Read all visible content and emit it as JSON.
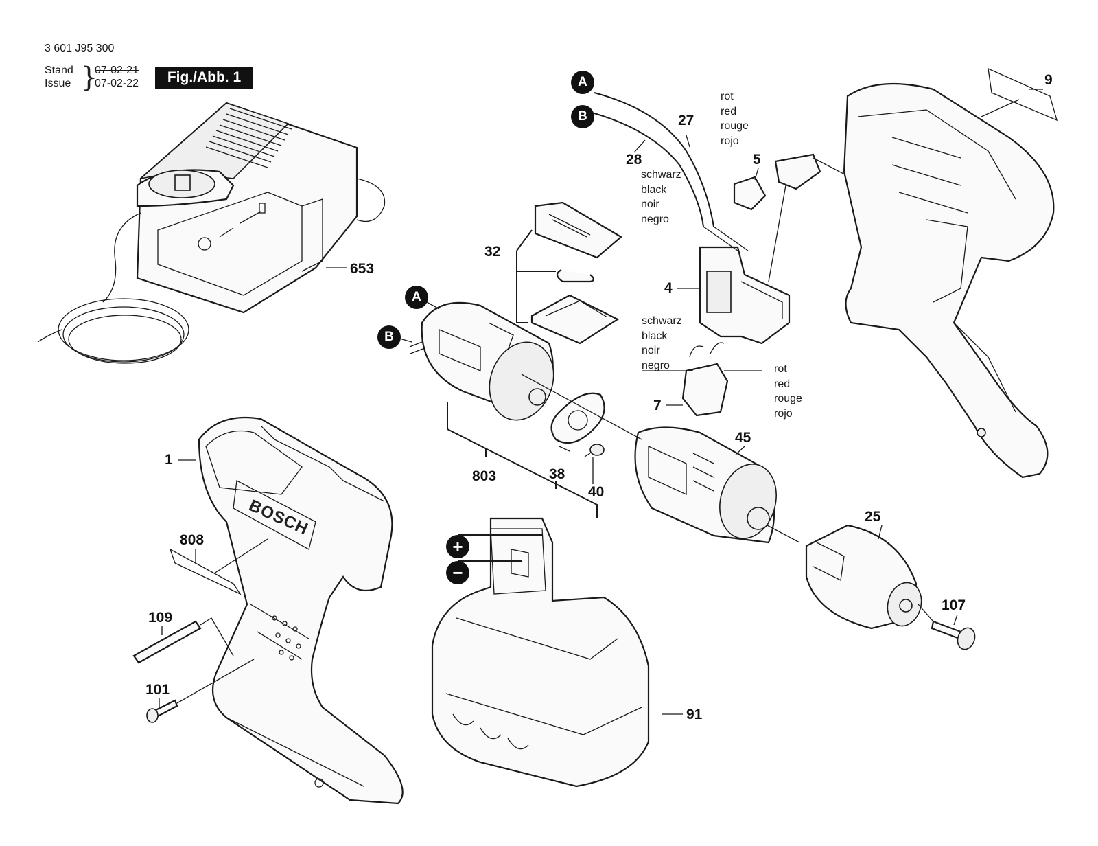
{
  "header": {
    "part_number": "3 601 J95 300",
    "stand_label": "Stand",
    "issue_label": "Issue",
    "stand_date": "07-02-21",
    "issue_date": "07-02-22",
    "figure_label": "Fig./Abb. 1"
  },
  "markers": {
    "a_top": "A",
    "b_top": "B",
    "a_motor": "A",
    "b_motor": "B",
    "plus": "+",
    "minus": "−"
  },
  "parts": {
    "p1": "1",
    "p4": "4",
    "p5": "5",
    "p7": "7",
    "p9": "9",
    "p25": "25",
    "p27": "27",
    "p28": "28",
    "p32": "32",
    "p38": "38",
    "p40": "40",
    "p45": "45",
    "p91": "91",
    "p101": "101",
    "p107": "107",
    "p109": "109",
    "p653": "653",
    "p803": "803",
    "p808": "808"
  },
  "wire_labels": {
    "red_top": [
      "rot",
      "red",
      "rouge",
      "rojo"
    ],
    "black_top": [
      "schwarz",
      "black",
      "noir",
      "negro"
    ],
    "black_mid": [
      "schwarz",
      "black",
      "noir",
      "negro"
    ],
    "red_mid": [
      "rot",
      "red",
      "rouge",
      "rojo"
    ]
  },
  "brand_text": "BOSCH"
}
